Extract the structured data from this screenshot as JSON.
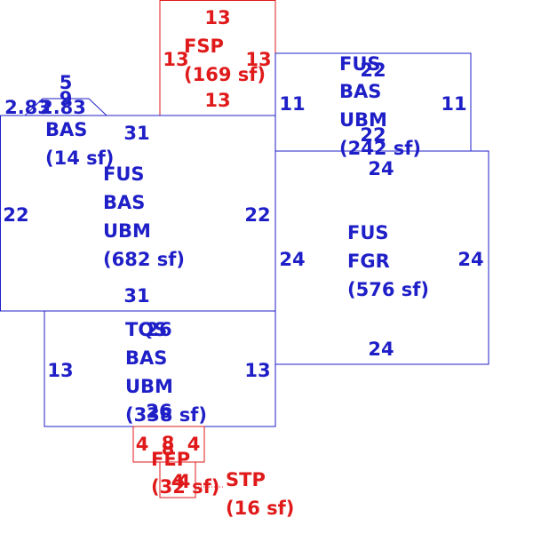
{
  "colors": {
    "blue": "#1f1fc8",
    "red": "#e01a1a"
  },
  "areas": [
    {
      "id": "fsp",
      "color": "red",
      "lines": [
        "FSP",
        "(169 sf)"
      ],
      "dims": [
        "13",
        "13",
        "13",
        "13"
      ]
    },
    {
      "id": "fus-top-right",
      "color": "blue",
      "lines": [
        "FUS",
        "BAS",
        "UBM",
        "(242 sf)"
      ],
      "dims": [
        "22",
        "22",
        "11",
        "11"
      ]
    },
    {
      "id": "bas-small",
      "color": "blue",
      "lines": [
        "BAS",
        "(14 sf)"
      ],
      "dims": [
        "5",
        "9",
        "2.83",
        "2.83"
      ]
    },
    {
      "id": "fus-main",
      "color": "blue",
      "lines": [
        "FUS",
        "BAS",
        "UBM",
        "(682 sf)"
      ],
      "dims": [
        "31",
        "31",
        "22",
        "22"
      ]
    },
    {
      "id": "fus-fgr",
      "color": "blue",
      "lines": [
        "FUS",
        "FGR",
        "(576 sf)"
      ],
      "dims": [
        "24",
        "24",
        "24",
        "24"
      ]
    },
    {
      "id": "tqs",
      "color": "blue",
      "lines": [
        "TQS",
        "BAS",
        "UBM",
        "(338 sf)"
      ],
      "dims": [
        "26",
        "26",
        "13",
        "13"
      ]
    },
    {
      "id": "fep",
      "color": "red",
      "lines": [
        "FEP",
        "(32 sf)"
      ],
      "dims": [
        "8",
        "8",
        "4",
        "4"
      ]
    },
    {
      "id": "stp",
      "color": "red",
      "lines": [
        "STP",
        "(16 sf)"
      ],
      "dims": [
        "4",
        "4"
      ]
    }
  ]
}
